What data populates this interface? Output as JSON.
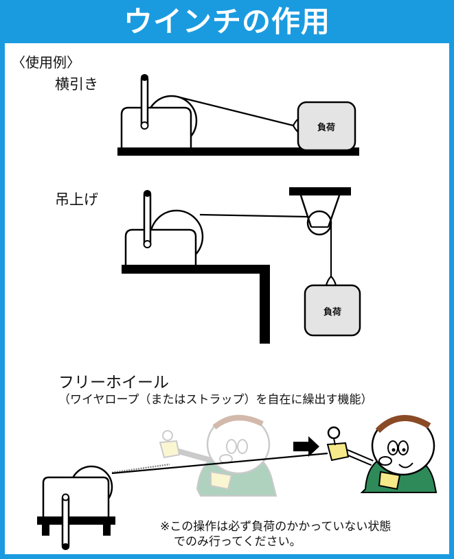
{
  "header": {
    "title": "ウインチの作用",
    "background_color": "#1a9be0",
    "text_color": "#ffffff"
  },
  "content": {
    "examples_heading": "〈使用例〉",
    "sections": {
      "horizontal_pull": {
        "label": "横引き",
        "load_label": "負荷"
      },
      "lifting": {
        "label": "吊上げ",
        "load_label": "負荷"
      },
      "free_wheel": {
        "label": "フリーホイール",
        "description": "（ワイヤロープ（またはストラップ）を自在に繰出す機能）",
        "arrow_icon": "right-arrow",
        "character_colors": {
          "glove": "#f5e98a",
          "overalls": "#2f8a5a",
          "hair": "#8a4a25"
        }
      }
    },
    "note": {
      "line1": "※この操作は必ず負荷のかかっていない状態",
      "line2": "でのみ行ってください。"
    },
    "load_fill_color": "#e4e4e4"
  }
}
